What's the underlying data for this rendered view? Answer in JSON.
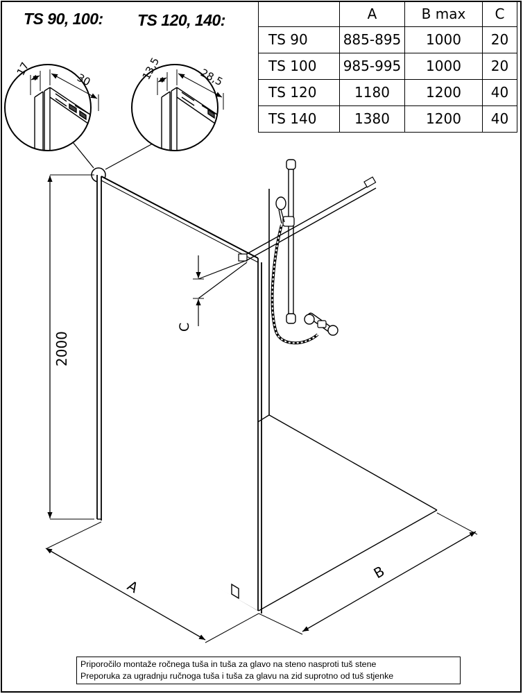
{
  "headers": {
    "ts_90_100": "TS 90, 100:",
    "ts_120_140": "TS 120, 140:"
  },
  "profile_small": {
    "dim_1": "17",
    "dim_2": "30"
  },
  "profile_large": {
    "dim_1": "13,5",
    "dim_2": "28,5"
  },
  "table": {
    "columns": [
      "",
      "A",
      "B max",
      "C"
    ],
    "rows": [
      {
        "model": "TS 90",
        "a": "885-895",
        "b_max": "1000",
        "c": "20"
      },
      {
        "model": "TS 100",
        "a": "985-995",
        "b_max": "1000",
        "c": "20"
      },
      {
        "model": "TS 120",
        "a": "1180",
        "b_max": "1200",
        "c": "40"
      },
      {
        "model": "TS 140",
        "a": "1380",
        "b_max": "1200",
        "c": "40"
      }
    ]
  },
  "dimensions": {
    "height": "2000",
    "a": "A",
    "b": "B",
    "c": "C"
  },
  "note": {
    "line1": "Priporočilo montaže ročnega tuša in tuša za glavo na steno nasproti tuš stene",
    "line2": "Preporuka za ugradnju ručnoga tuša i tuša za glavu na zid suprotno od tuš stjenke"
  }
}
